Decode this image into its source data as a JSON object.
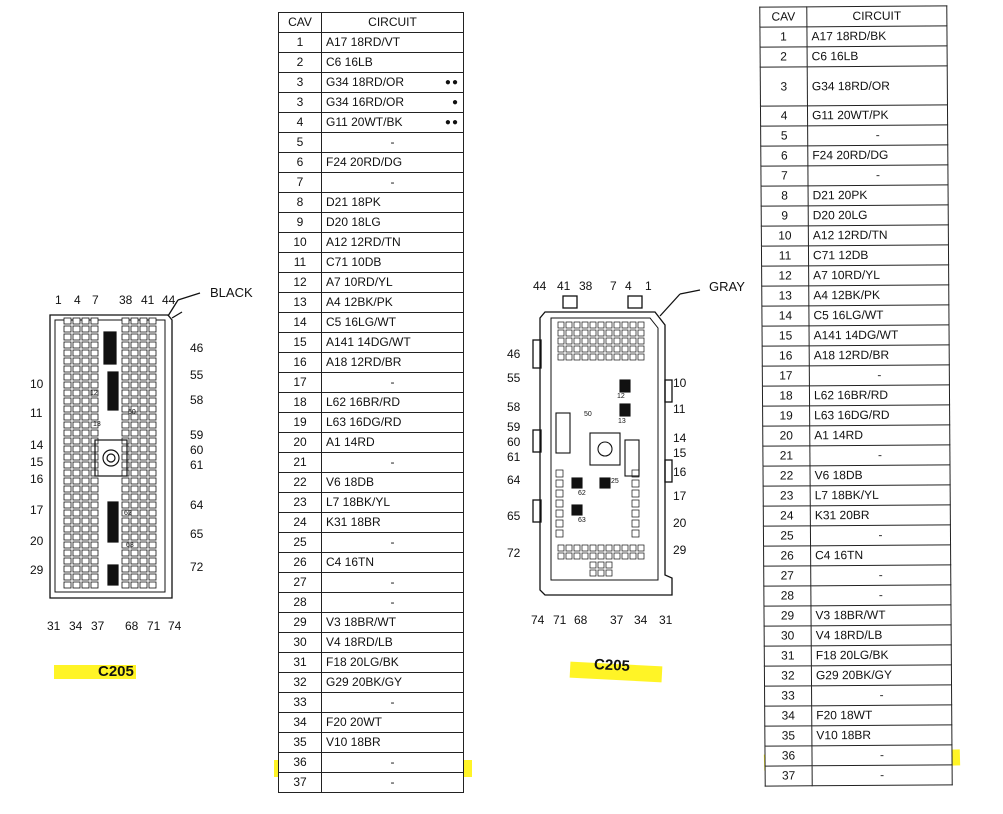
{
  "left_connector": {
    "name": "C205",
    "color": "BLACK",
    "top_pins": [
      "1",
      "4",
      "7",
      "38",
      "41",
      "44"
    ],
    "left_pins": [
      "10",
      "11",
      "14",
      "15",
      "16",
      "17",
      "20",
      "29"
    ],
    "right_pins": [
      "46",
      "55",
      "58",
      "59",
      "60",
      "61",
      "64",
      "65",
      "72"
    ],
    "bottom_pins": [
      "31",
      "34",
      "37",
      "68",
      "71",
      "74"
    ],
    "inner_labels": [
      "12",
      "13",
      "50",
      "62",
      "63"
    ]
  },
  "right_connector": {
    "name": "C205",
    "color": "GRAY",
    "top_pins": [
      "44",
      "41",
      "38",
      "7",
      "4",
      "1"
    ],
    "left_pins": [
      "46",
      "55",
      "58",
      "59",
      "60",
      "61",
      "64",
      "65",
      "72"
    ],
    "right_pins": [
      "10",
      "11",
      "14",
      "15",
      "16",
      "17",
      "20",
      "29"
    ],
    "bottom_pins": [
      "74",
      "71",
      "68",
      "37",
      "34",
      "31"
    ],
    "inner_labels": [
      "50",
      "12",
      "13",
      "25",
      "62",
      "63"
    ]
  },
  "table_left": {
    "headers": [
      "CAV",
      "CIRCUIT"
    ],
    "rows": [
      {
        "cav": "1",
        "circuit": "A17 18RD/VT",
        "dots": ""
      },
      {
        "cav": "2",
        "circuit": "C6 16LB",
        "dots": ""
      },
      {
        "cav": "3",
        "circuit": "G34 18RD/OR",
        "dots": "●●"
      },
      {
        "cav": "3",
        "circuit": "G34 16RD/OR",
        "dots": "●"
      },
      {
        "cav": "4",
        "circuit": "G11 20WT/BK",
        "dots": "●●"
      },
      {
        "cav": "5",
        "circuit": "-",
        "dots": ""
      },
      {
        "cav": "6",
        "circuit": "F24 20RD/DG",
        "dots": ""
      },
      {
        "cav": "7",
        "circuit": "-",
        "dots": ""
      },
      {
        "cav": "8",
        "circuit": "D21 18PK",
        "dots": ""
      },
      {
        "cav": "9",
        "circuit": "D20 18LG",
        "dots": ""
      },
      {
        "cav": "10",
        "circuit": "A12 12RD/TN",
        "dots": ""
      },
      {
        "cav": "11",
        "circuit": "C71 10DB",
        "dots": ""
      },
      {
        "cav": "12",
        "circuit": "A7 10RD/YL",
        "dots": ""
      },
      {
        "cav": "13",
        "circuit": "A4 12BK/PK",
        "dots": ""
      },
      {
        "cav": "14",
        "circuit": "C5 16LG/WT",
        "dots": ""
      },
      {
        "cav": "15",
        "circuit": "A141 14DG/WT",
        "dots": ""
      },
      {
        "cav": "16",
        "circuit": "A18 12RD/BR",
        "dots": ""
      },
      {
        "cav": "17",
        "circuit": "-",
        "dots": ""
      },
      {
        "cav": "18",
        "circuit": "L62 16BR/RD",
        "dots": ""
      },
      {
        "cav": "19",
        "circuit": "L63 16DG/RD",
        "dots": ""
      },
      {
        "cav": "20",
        "circuit": "A1 14RD",
        "dots": ""
      },
      {
        "cav": "21",
        "circuit": "-",
        "dots": ""
      },
      {
        "cav": "22",
        "circuit": "V6 18DB",
        "dots": ""
      },
      {
        "cav": "23",
        "circuit": "L7 18BK/YL",
        "dots": ""
      },
      {
        "cav": "24",
        "circuit": "K31 18BR",
        "dots": ""
      },
      {
        "cav": "25",
        "circuit": "-",
        "dots": ""
      },
      {
        "cav": "26",
        "circuit": "C4 16TN",
        "dots": ""
      },
      {
        "cav": "27",
        "circuit": "-",
        "dots": ""
      },
      {
        "cav": "28",
        "circuit": "-",
        "dots": ""
      },
      {
        "cav": "29",
        "circuit": "V3 18BR/WT",
        "dots": ""
      },
      {
        "cav": "30",
        "circuit": "V4 18RD/LB",
        "dots": ""
      },
      {
        "cav": "31",
        "circuit": "F18 20LG/BK",
        "dots": ""
      },
      {
        "cav": "32",
        "circuit": "G29 20BK/GY",
        "dots": ""
      },
      {
        "cav": "33",
        "circuit": "-",
        "dots": ""
      },
      {
        "cav": "34",
        "circuit": "F20 20WT",
        "dots": ""
      },
      {
        "cav": "35",
        "circuit": "V10 18BR",
        "dots": ""
      },
      {
        "cav": "36",
        "circuit": "-",
        "dots": ""
      },
      {
        "cav": "37",
        "circuit": "-",
        "dots": ""
      }
    ]
  },
  "table_right": {
    "headers": [
      "CAV",
      "CIRCUIT"
    ],
    "rows": [
      {
        "cav": "1",
        "circuit": "A17 18RD/BK"
      },
      {
        "cav": "2",
        "circuit": "C6 16LB"
      },
      {
        "cav": "3",
        "circuit": "G34 18RD/OR"
      },
      {
        "cav": "4",
        "circuit": "G11 20WT/PK"
      },
      {
        "cav": "5",
        "circuit": "-"
      },
      {
        "cav": "6",
        "circuit": "F24 20RD/DG"
      },
      {
        "cav": "7",
        "circuit": "-"
      },
      {
        "cav": "8",
        "circuit": "D21 20PK"
      },
      {
        "cav": "9",
        "circuit": "D20 20LG"
      },
      {
        "cav": "10",
        "circuit": "A12 12RD/TN"
      },
      {
        "cav": "11",
        "circuit": "C71 12DB"
      },
      {
        "cav": "12",
        "circuit": "A7 10RD/YL"
      },
      {
        "cav": "13",
        "circuit": "A4 12BK/PK"
      },
      {
        "cav": "14",
        "circuit": "C5 16LG/WT"
      },
      {
        "cav": "15",
        "circuit": "A141 14DG/WT"
      },
      {
        "cav": "16",
        "circuit": "A18 12RD/BR"
      },
      {
        "cav": "17",
        "circuit": "-"
      },
      {
        "cav": "18",
        "circuit": "L62 16BR/RD"
      },
      {
        "cav": "19",
        "circuit": "L63 16DG/RD"
      },
      {
        "cav": "20",
        "circuit": "A1 14RD"
      },
      {
        "cav": "21",
        "circuit": "-"
      },
      {
        "cav": "22",
        "circuit": "V6 18DB"
      },
      {
        "cav": "23",
        "circuit": "L7 18BK/YL"
      },
      {
        "cav": "24",
        "circuit": "K31 20BR"
      },
      {
        "cav": "25",
        "circuit": "-"
      },
      {
        "cav": "26",
        "circuit": "C4 16TN"
      },
      {
        "cav": "27",
        "circuit": "-"
      },
      {
        "cav": "28",
        "circuit": "-"
      },
      {
        "cav": "29",
        "circuit": "V3 18BR/WT"
      },
      {
        "cav": "30",
        "circuit": "V4 18RD/LB"
      },
      {
        "cav": "31",
        "circuit": "F18 20LG/BK"
      },
      {
        "cav": "32",
        "circuit": "G29 20BK/GY"
      },
      {
        "cav": "33",
        "circuit": "-"
      },
      {
        "cav": "34",
        "circuit": "F20 18WT"
      },
      {
        "cav": "35",
        "circuit": "V10 18BR"
      },
      {
        "cav": "36",
        "circuit": "-"
      },
      {
        "cav": "37",
        "circuit": "-"
      }
    ]
  },
  "colors": {
    "highlight": "#fff200",
    "ink": "#111111"
  }
}
